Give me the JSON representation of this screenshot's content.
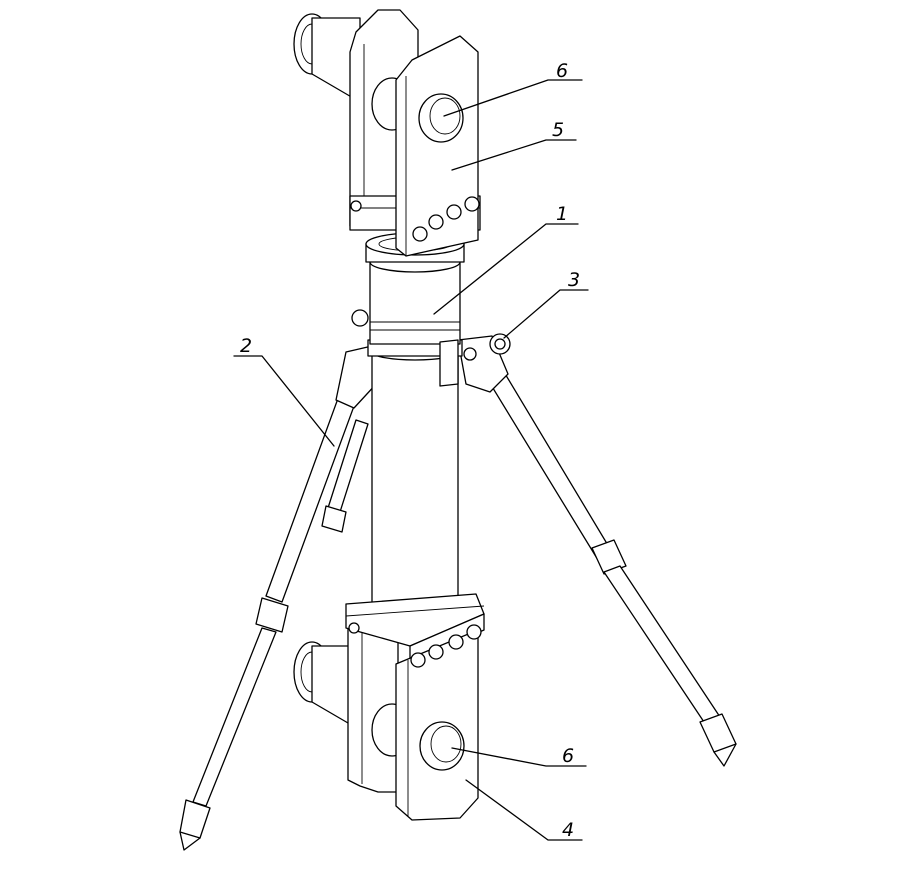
{
  "figure": {
    "callouts": [
      {
        "id": "c6-top",
        "label": "6"
      },
      {
        "id": "c5",
        "label": "5"
      },
      {
        "id": "c1",
        "label": "1"
      },
      {
        "id": "c3",
        "label": "3"
      },
      {
        "id": "c2",
        "label": "2"
      },
      {
        "id": "c6-bottom",
        "label": "6"
      },
      {
        "id": "c4",
        "label": "4"
      }
    ]
  }
}
